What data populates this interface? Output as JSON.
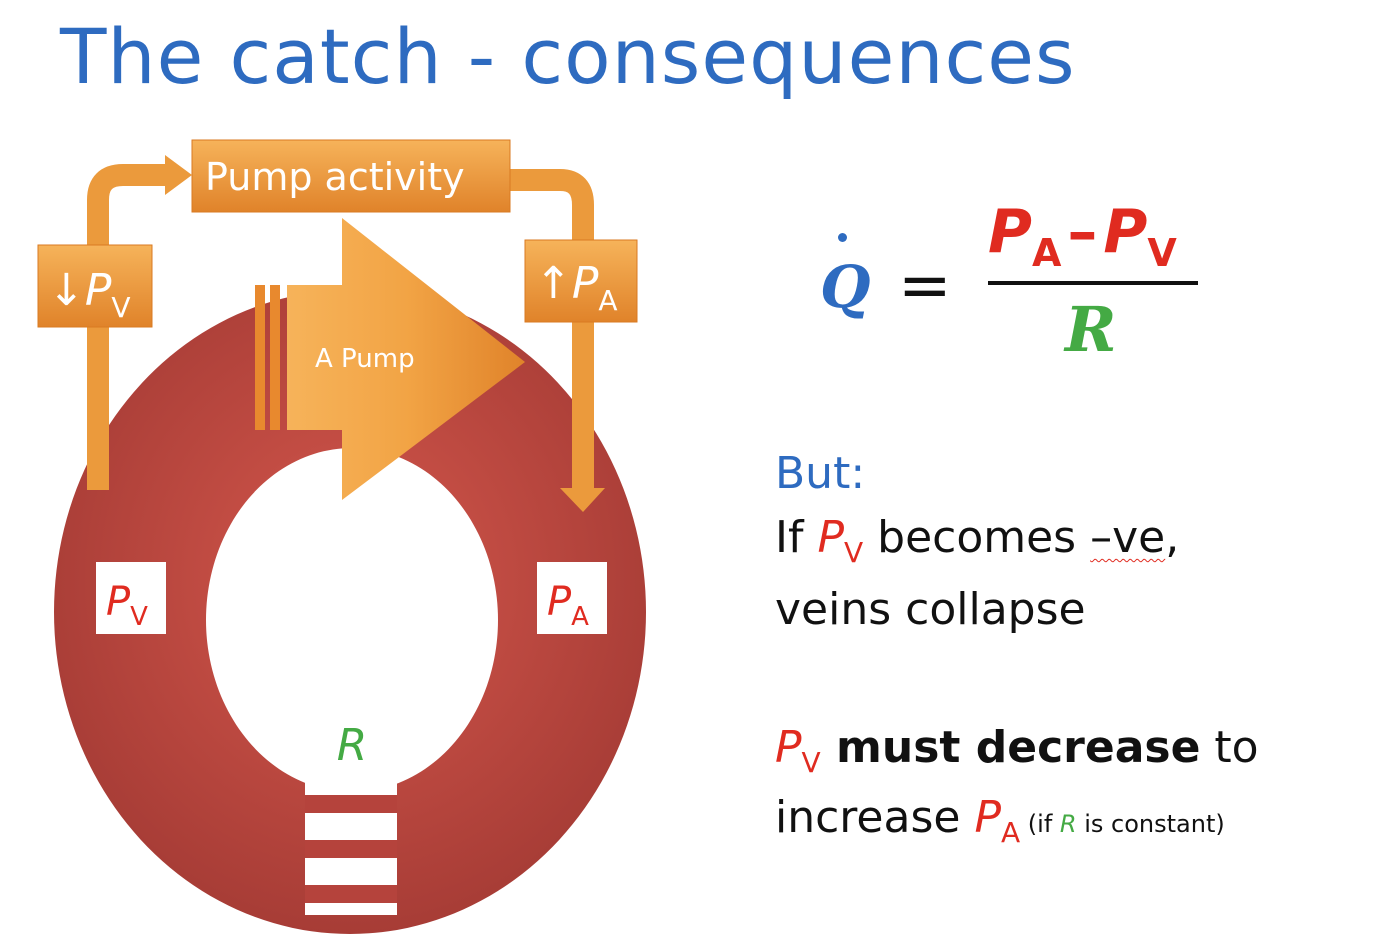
{
  "title": "The catch - consequences",
  "diagram": {
    "pump_activity": "Pump activity",
    "pump_label": "A Pump",
    "left_box": {
      "arrow": "↓",
      "symbol": "P",
      "sub": "V"
    },
    "right_box": {
      "arrow": "↑",
      "symbol": "P",
      "sub": "A"
    },
    "pv_label": {
      "symbol": "P",
      "sub": "V"
    },
    "pa_label": {
      "symbol": "P",
      "sub": "A"
    },
    "resistance_label": "R",
    "colors": {
      "ring": "#b5433c",
      "orange": "#ec9432",
      "red": "#e02b20",
      "green": "#44aa44",
      "blue": "#2e6bc0"
    }
  },
  "equation": {
    "lhs": "Q",
    "equals": "=",
    "num_p1": "P",
    "num_s1": "A",
    "minus": "–",
    "num_p2": "P",
    "num_s2": "V",
    "den": "R"
  },
  "text": {
    "but": "But:",
    "if": "If ",
    "pv_p": "P",
    "pv_s": "V",
    "becomes": " becomes ",
    "neg": "–ve",
    "comma": ",",
    "veins": "veins collapse",
    "pv2_p": "P",
    "pv2_s": "V",
    "must": " must decrease",
    "to": " to",
    "increase": "increase ",
    "pa_p": "P",
    "pa_s": "A",
    "if_open": " (if ",
    "r": "R",
    "constant": " is constant)"
  }
}
